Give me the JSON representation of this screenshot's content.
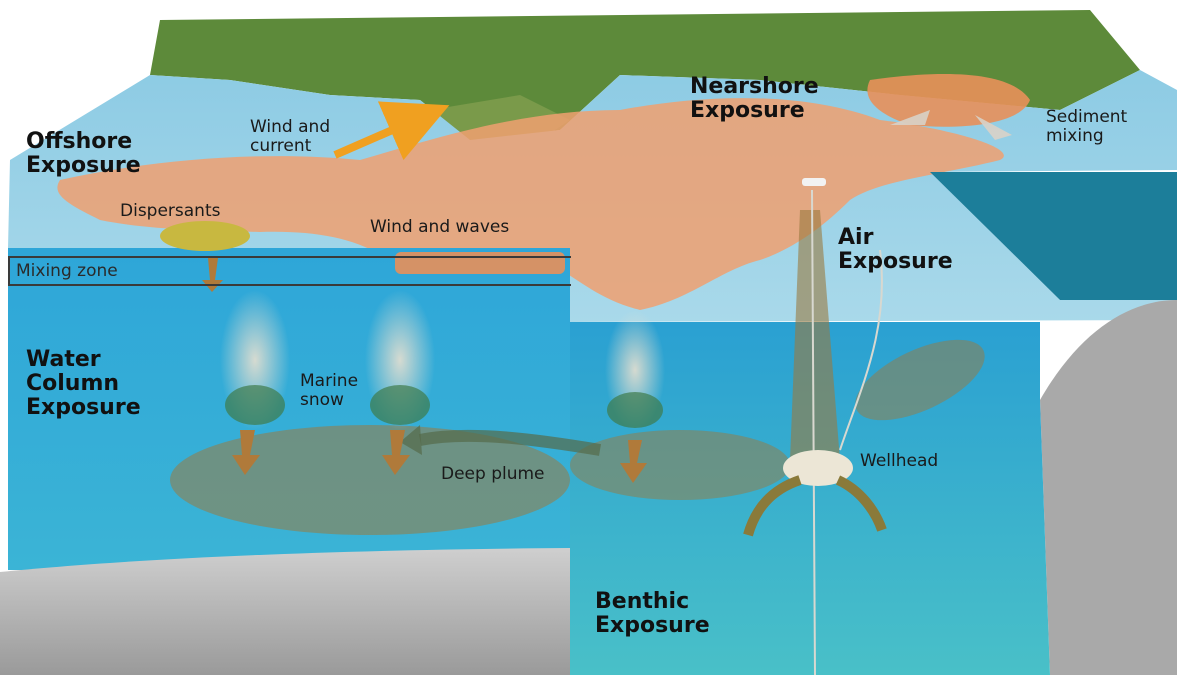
{
  "labels": {
    "offshore": "Offshore\nExposure",
    "nearshore": "Nearshore\nExposure",
    "wind_current": "Wind and\ncurrent",
    "sediment": "Sediment\nmixing",
    "dispersants": "Dispersants",
    "wind_waves": "Wind and waves",
    "mixing_zone": "Mixing zone",
    "air": "Air\nExposure",
    "water_column": "Water\nColumn\nExposure",
    "marine_snow": "Marine\nsnow",
    "deep_plume": "Deep plume",
    "wellhead": "Wellhead",
    "benthic": "Benthic\nExposure"
  },
  "colors": {
    "land": "#5d8a3a",
    "ocean_surface": "#7fc4df",
    "oil_slick": "#f0a070",
    "water": "#2fa3d3",
    "deep_water": "#1f8fb8",
    "seafloor": "#bdbdbd",
    "plume": "#9a7a40",
    "arrow_orange": "#f0a020",
    "arrow_brown": "#b07a3a"
  }
}
